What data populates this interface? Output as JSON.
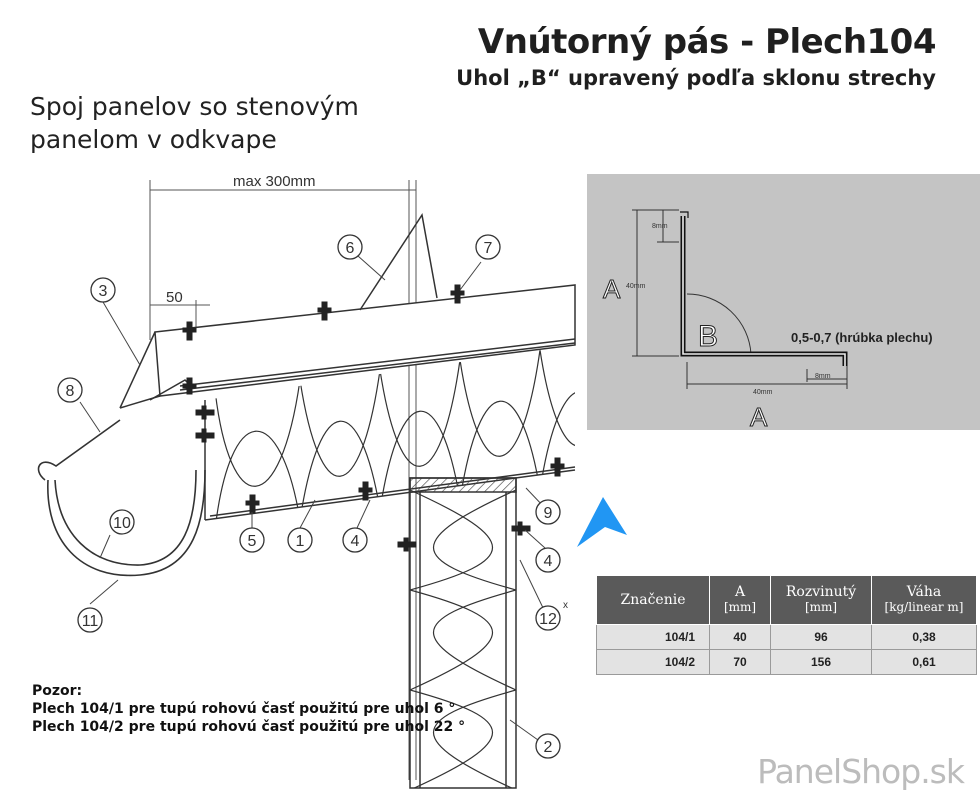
{
  "header": {
    "title": "Vnútorný pás - Plech104",
    "subtitle": "Uhol „B“ upravený podľa sklonu strechy"
  },
  "section_title": {
    "line1": "Spoj panelov so stenovým",
    "line2": "panelom v odkvape"
  },
  "drawing": {
    "max_label": "max 300mm",
    "offset_label": "50",
    "callouts": {
      "c1": "1",
      "c2": "2",
      "c3": "3",
      "c4a": "4",
      "c4b": "4",
      "c5": "5",
      "c6": "6",
      "c7": "7",
      "c8": "8",
      "c9": "9",
      "c10": "10",
      "c11": "11",
      "c12": "12"
    },
    "c12_mark": "x"
  },
  "detail": {
    "label_a_left": "A",
    "label_a_bottom": "A",
    "label_b": "B",
    "dim_40_vertical": "40mm",
    "dim_40_horizontal": "40mm",
    "dim_8_top": "8mm",
    "dim_8_bottom": "8mm",
    "thickness_note": "0,5-0,7 (hrúbka plechu)"
  },
  "table": {
    "headers": {
      "col1": "Značenie",
      "col2": "A",
      "col2_unit": "[mm]",
      "col3": "Rozvinutý",
      "col3_unit": "[mm]",
      "col4": "Váha",
      "col4_unit": "[kg/linear m]"
    },
    "rows": [
      {
        "code": "104/1",
        "a": "40",
        "unfolded": "96",
        "weight": "0,38"
      },
      {
        "code": "104/2",
        "a": "70",
        "unfolded": "156",
        "weight": "0,61"
      }
    ]
  },
  "notes": {
    "heading": "Pozor:",
    "line1": "Plech 104/1 pre tupú rohovú časť použitú pre uhol 6 °",
    "line2": "Plech 104/2 pre tupú rohovú časť použitú pre uhol 22 °"
  },
  "brand": "PanelShop.sk",
  "colors": {
    "pointer": "#2196f3",
    "detail_bg": "#c4c4c4",
    "table_header": "#5a5a5a"
  },
  "icons": {
    "pointer": "blue-arrow-pointer-icon"
  }
}
